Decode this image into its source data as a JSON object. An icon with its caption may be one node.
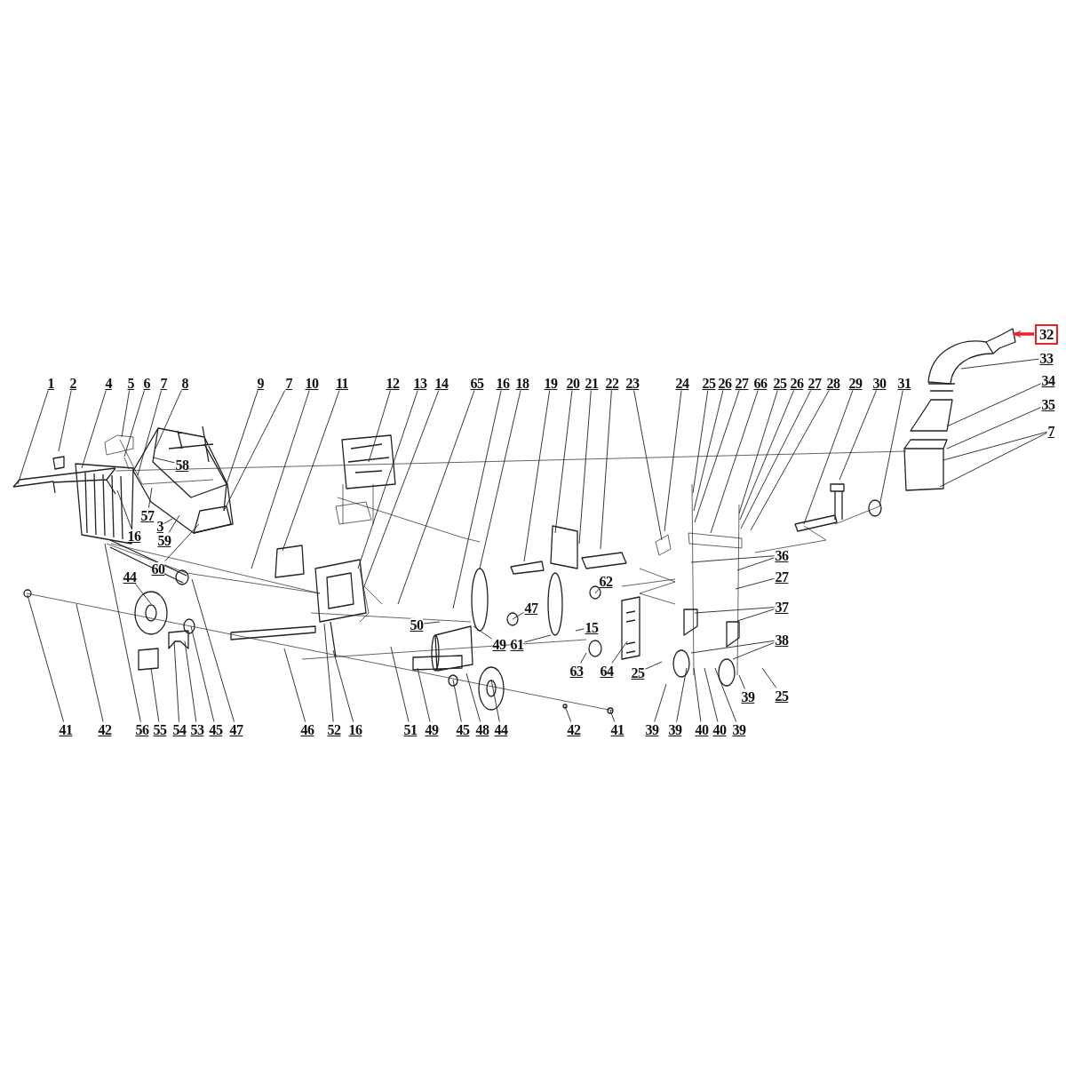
{
  "diagram": {
    "nodes": [
      {
        "text": [
          "1"
        ]
      },
      {
        "text": [
          "2"
        ]
      },
      {
        "text": [
          "4"
        ]
      },
      {
        "text": [
          "5"
        ]
      },
      {
        "text": [
          "6"
        ]
      },
      {
        "text": [
          "7"
        ]
      },
      {
        "text": [
          "8"
        ]
      },
      {
        "text": [
          "9"
        ]
      },
      {
        "text": [
          "7"
        ]
      },
      {
        "text": [
          "10"
        ]
      },
      {
        "text": [
          "11"
        ]
      },
      {
        "text": [
          "12"
        ]
      },
      {
        "text": [
          "13"
        ]
      },
      {
        "text": [
          "14"
        ]
      },
      {
        "text": [
          "65"
        ]
      },
      {
        "text": [
          "16"
        ]
      },
      {
        "text": [
          "18"
        ]
      },
      {
        "text": [
          "19"
        ]
      },
      {
        "text": [
          "20"
        ]
      },
      {
        "text": [
          "21"
        ]
      },
      {
        "text": [
          "22"
        ]
      },
      {
        "text": [
          "23"
        ]
      },
      {
        "text": [
          "24"
        ]
      },
      {
        "text": [
          "25"
        ]
      },
      {
        "text": [
          "26"
        ]
      },
      {
        "text": [
          "27"
        ]
      },
      {
        "text": [
          "66"
        ]
      },
      {
        "text": [
          "25"
        ]
      },
      {
        "text": [
          "26"
        ]
      },
      {
        "text": [
          "27"
        ]
      },
      {
        "text": [
          "28"
        ]
      },
      {
        "text": [
          "29"
        ]
      },
      {
        "text": [
          "30"
        ]
      },
      {
        "text": [
          "31"
        ]
      },
      {
        "text": [
          "32"
        ]
      },
      {
        "text": [
          "33"
        ]
      },
      {
        "text": [
          "34"
        ]
      },
      {
        "text": [
          "35"
        ]
      },
      {
        "text": [
          "7"
        ]
      },
      {
        "text": [
          "58"
        ]
      },
      {
        "text": [
          "57"
        ]
      },
      {
        "text": [
          "3"
        ]
      },
      {
        "text": [
          "16"
        ]
      },
      {
        "text": [
          "59"
        ]
      },
      {
        "text": [
          "60"
        ]
      },
      {
        "text": [
          "44"
        ]
      },
      {
        "text": [
          "62"
        ]
      },
      {
        "text": [
          "47"
        ]
      },
      {
        "text": [
          "50"
        ]
      },
      {
        "text": [
          "49"
        ]
      },
      {
        "text": [
          "15"
        ]
      },
      {
        "text": [
          "61"
        ]
      },
      {
        "text": [
          "63"
        ]
      },
      {
        "text": [
          "64"
        ]
      },
      {
        "text": [
          "25"
        ]
      },
      {
        "text": [
          "36"
        ]
      },
      {
        "text": [
          "27"
        ]
      },
      {
        "text": [
          "37"
        ]
      },
      {
        "text": [
          "38"
        ]
      },
      {
        "text": [
          "25"
        ]
      },
      {
        "text": [
          "39"
        ]
      },
      {
        "text": [
          "41"
        ]
      },
      {
        "text": [
          "42"
        ]
      },
      {
        "text": [
          "56"
        ]
      },
      {
        "text": [
          "55"
        ]
      },
      {
        "text": [
          "54"
        ]
      },
      {
        "text": [
          "53"
        ]
      },
      {
        "text": [
          "45"
        ]
      },
      {
        "text": [
          "47"
        ]
      },
      {
        "text": [
          "46"
        ]
      },
      {
        "text": [
          "52"
        ]
      },
      {
        "text": [
          "16"
        ]
      },
      {
        "text": [
          "51"
        ]
      },
      {
        "text": [
          "49"
        ]
      },
      {
        "text": [
          "45"
        ]
      },
      {
        "text": [
          "48"
        ]
      },
      {
        "text": [
          "44"
        ]
      },
      {
        "text": [
          "42"
        ]
      },
      {
        "text": [
          "41"
        ]
      },
      {
        "text": [
          "39"
        ]
      },
      {
        "text": [
          "39"
        ]
      },
      {
        "text": [
          "40"
        ]
      },
      {
        "text": [
          "40"
        ]
      },
      {
        "text": [
          "39"
        ]
      }
    ],
    "edges": [
      {
        "from": 0,
        "to": null,
        "arrow": "none"
      },
      {
        "from": 1,
        "to": null,
        "arrow": "none"
      },
      {
        "from": 2,
        "to": null,
        "arrow": "none"
      },
      {
        "from": 3,
        "to": null,
        "arrow": "none"
      },
      {
        "from": 4,
        "to": null,
        "arrow": "none"
      },
      {
        "from": 5,
        "to": null,
        "arrow": "none"
      },
      {
        "from": 6,
        "to": null,
        "arrow": "none"
      },
      {
        "from": 7,
        "to": null,
        "arrow": "none"
      },
      {
        "from": 8,
        "to": null,
        "arrow": "none"
      },
      {
        "from": 9,
        "to": null,
        "arrow": "none"
      },
      {
        "from": 10,
        "to": null,
        "arrow": "none"
      },
      {
        "from": 11,
        "to": null,
        "arrow": "none"
      },
      {
        "from": 12,
        "to": null,
        "arrow": "none"
      },
      {
        "from": 13,
        "to": null,
        "arrow": "none"
      },
      {
        "from": 14,
        "to": null,
        "arrow": "none"
      },
      {
        "from": 15,
        "to": null,
        "arrow": "none"
      },
      {
        "from": 16,
        "to": null,
        "arrow": "none"
      },
      {
        "from": 17,
        "to": null,
        "arrow": "none"
      },
      {
        "from": 18,
        "to": null,
        "arrow": "none"
      },
      {
        "from": 19,
        "to": null,
        "arrow": "none"
      },
      {
        "from": 20,
        "to": null,
        "arrow": "none"
      },
      {
        "from": 21,
        "to": null,
        "arrow": "none"
      },
      {
        "from": 22,
        "to": null,
        "arrow": "none"
      },
      {
        "from": 23,
        "to": null,
        "arrow": "none"
      },
      {
        "from": 24,
        "to": null,
        "arrow": "none"
      },
      {
        "from": 25,
        "to": null,
        "arrow": "none"
      },
      {
        "from": 26,
        "to": null,
        "arrow": "none"
      },
      {
        "from": 27,
        "to": null,
        "arrow": "none"
      },
      {
        "from": 28,
        "to": null,
        "arrow": "none"
      },
      {
        "from": 29,
        "to": null,
        "arrow": "none"
      },
      {
        "from": 30,
        "to": null,
        "arrow": "none"
      },
      {
        "from": 31,
        "to": null,
        "arrow": "none"
      },
      {
        "from": 32,
        "to": null,
        "arrow": "none"
      },
      {
        "from": 33,
        "to": null,
        "arrow": "none"
      },
      {
        "from": 34,
        "to": null,
        "arrow": "to",
        "style": "thick",
        "color": "#e8202a"
      },
      {
        "from": 35,
        "to": null,
        "arrow": "none"
      },
      {
        "from": 36,
        "to": null,
        "arrow": "none"
      },
      {
        "from": 37,
        "to": null,
        "arrow": "none"
      },
      {
        "from": 38,
        "to": null,
        "arrow": "none"
      },
      {
        "from": 38,
        "to": null,
        "arrow": "none"
      },
      {
        "from": 39,
        "to": null,
        "arrow": "none"
      },
      {
        "from": 40,
        "to": null,
        "arrow": "none"
      },
      {
        "from": 41,
        "to": null,
        "arrow": "none"
      },
      {
        "from": 42,
        "to": null,
        "arrow": "none"
      },
      {
        "from": 43,
        "to": null,
        "arrow": "none"
      },
      {
        "from": 44,
        "to": null,
        "arrow": "none"
      },
      {
        "from": 45,
        "to": null,
        "arrow": "none"
      },
      {
        "from": 46,
        "to": null,
        "arrow": "none"
      },
      {
        "from": 47,
        "to": null,
        "arrow": "none"
      },
      {
        "from": 48,
        "to": null,
        "arrow": "none"
      },
      {
        "from": 49,
        "to": null,
        "arrow": "none"
      },
      {
        "from": 50,
        "to": null,
        "arrow": "none"
      },
      {
        "from": 51,
        "to": null,
        "arrow": "none"
      },
      {
        "from": 52,
        "to": null,
        "arrow": "none"
      },
      {
        "from": 53,
        "to": null,
        "arrow": "none"
      },
      {
        "from": 54,
        "to": null,
        "arrow": "none"
      },
      {
        "from": 55,
        "to": null,
        "arrow": "none"
      },
      {
        "from": 55,
        "to": null,
        "arrow": "none"
      },
      {
        "from": 56,
        "to": null,
        "arrow": "none"
      },
      {
        "from": 57,
        "to": null,
        "arrow": "none"
      },
      {
        "from": 57,
        "to": null,
        "arrow": "none"
      },
      {
        "from": 58,
        "to": null,
        "arrow": "none"
      },
      {
        "from": 58,
        "to": null,
        "arrow": "none"
      },
      {
        "from": 59,
        "to": null,
        "arrow": "none"
      },
      {
        "from": 60,
        "to": null,
        "arrow": "none"
      },
      {
        "from": 61,
        "to": null,
        "arrow": "none"
      },
      {
        "from": 62,
        "to": null,
        "arrow": "none"
      },
      {
        "from": 63,
        "to": null,
        "arrow": "none"
      },
      {
        "from": 64,
        "to": null,
        "arrow": "none"
      },
      {
        "from": 65,
        "to": null,
        "arrow": "none"
      },
      {
        "from": 66,
        "to": null,
        "arrow": "none"
      },
      {
        "from": 67,
        "to": null,
        "arrow": "none"
      },
      {
        "from": 68,
        "to": null,
        "arrow": "none"
      },
      {
        "from": 69,
        "to": null,
        "arrow": "none"
      },
      {
        "from": 70,
        "to": null,
        "arrow": "none"
      },
      {
        "from": 71,
        "to": null,
        "arrow": "none"
      },
      {
        "from": 72,
        "to": null,
        "arrow": "none"
      },
      {
        "from": 73,
        "to": null,
        "arrow": "none"
      },
      {
        "from": 74,
        "to": null,
        "arrow": "none"
      },
      {
        "from": 75,
        "to": null,
        "arrow": "none"
      },
      {
        "from": 76,
        "to": null,
        "arrow": "none"
      },
      {
        "from": 77,
        "to": null,
        "arrow": "none"
      },
      {
        "from": 78,
        "to": null,
        "arrow": "none"
      },
      {
        "from": 79,
        "to": null,
        "arrow": "none"
      },
      {
        "from": 80,
        "to": null,
        "arrow": "none"
      },
      {
        "from": 81,
        "to": null,
        "arrow": "none"
      },
      {
        "from": 82,
        "to": null,
        "arrow": "none"
      },
      {
        "from": 83,
        "to": null,
        "arrow": "none"
      }
    ]
  }
}
